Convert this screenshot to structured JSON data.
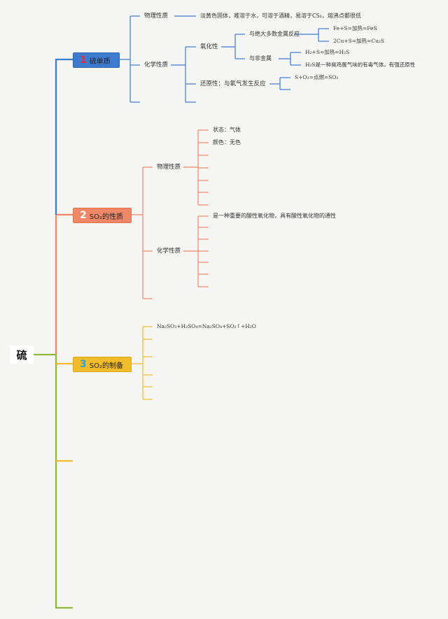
{
  "root": {
    "label": "硫"
  },
  "branch1": {
    "number": "1",
    "label": "硫单质",
    "physical": {
      "label": "物理性质",
      "text": "淡黄色固体，难溶于水，可溶于酒精，易溶于CS₂，熔沸点都很低"
    },
    "chemical": {
      "label": "化学性质",
      "oxidizing": {
        "label": "氧化性",
        "metals": {
          "label": "与绝大多数金属反应",
          "eq1": "Fe+S=加热=FeS",
          "eq2": "2Cu+S=加热=Cu₂S"
        },
        "nonmetals": {
          "label": "与非金属",
          "eq1": "H₂+S=加热=H₂S",
          "eq2": "H₂S是一种臭鸡蛋气味的有毒气体，有强还原性"
        }
      },
      "reducing": {
        "label": "还原性：与氧气发生反应",
        "eq1": "S+O₂=点燃=SO₂"
      }
    }
  },
  "branch2": {
    "number": "2",
    "label": "SO₂的性质",
    "physical": {
      "label": "物理性质",
      "state": "状态：气体",
      "color": "颜色：无色"
    },
    "chemical": {
      "label": "化学性质",
      "text": "是一种重要的酸性氧化物，具有酸性氧化物的通性"
    }
  },
  "branch3": {
    "number": "3",
    "label": "SO₂的制备",
    "eq1": "Na₂SO₃+H₂SO₄=Na₂SO₄+SO₂↑+H₂O"
  },
  "colors": {
    "blue": "#3d7bd1",
    "orange": "#f08868",
    "yellow": "#f1bc2a",
    "green": "#8db83a"
  }
}
